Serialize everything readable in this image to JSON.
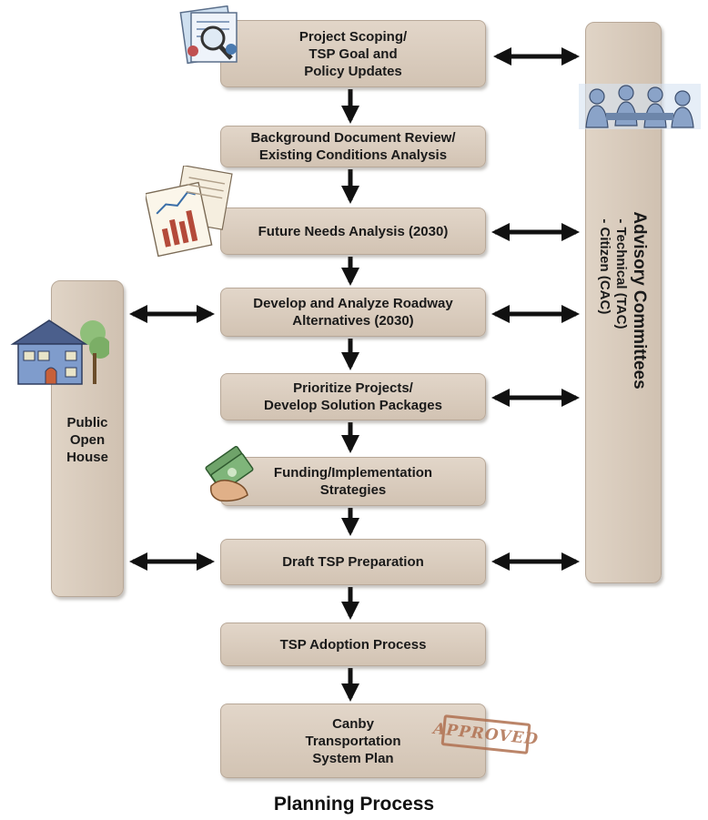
{
  "steps": [
    {
      "label": "Project Scoping/\nTSP Goal and\nPolicy Updates"
    },
    {
      "label": "Background Document Review/\nExisting Conditions Analysis"
    },
    {
      "label": "Future Needs Analysis (2030)"
    },
    {
      "label": "Develop and Analyze Roadway\nAlternatives (2030)"
    },
    {
      "label": "Prioritize Projects/\nDevelop Solution Packages"
    },
    {
      "label": "Funding/Implementation\nStrategies"
    },
    {
      "label": "Draft TSP Preparation"
    },
    {
      "label": "TSP Adoption Process"
    },
    {
      "label": "Canby\nTransportation\nSystem Plan"
    }
  ],
  "advisory": {
    "title": "Advisory Committees",
    "line1": "- Technical (TAC)",
    "line2": "- Citizen (CAC)"
  },
  "open_house": {
    "label": "Public\nOpen\nHouse"
  },
  "stamp": {
    "text": "APPROVED"
  },
  "caption": "Planning Process",
  "colors": {
    "box": "#d8cabb",
    "arrow": "#111111",
    "stamp": "#b07050"
  }
}
